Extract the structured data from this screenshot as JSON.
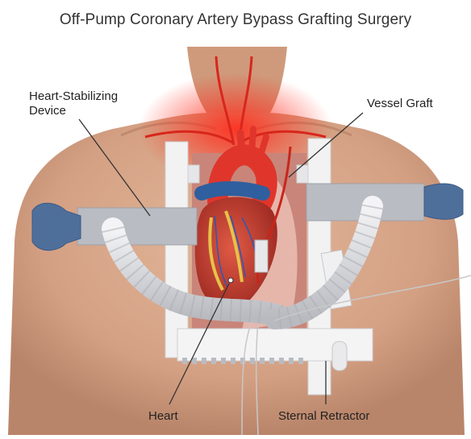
{
  "title": "Off-Pump Coronary Artery Bypass Grafting Surgery",
  "labels": {
    "stabilizer_line1": "Heart-Stabilizing",
    "stabilizer_line2": "Device",
    "vessel_graft": "Vessel Graft",
    "heart": "Heart",
    "sternal_retractor": "Sternal Retractor"
  },
  "colors": {
    "skin": "#d9a98b",
    "skin_shadow": "#b9856a",
    "heart": "#c8372c",
    "aorta": "#e0352b",
    "vein": "#2f5f9e",
    "device_gray": "#b9bcc2",
    "handle_blue": "#4f6f9b",
    "retractor_white": "#f2f2f2"
  }
}
